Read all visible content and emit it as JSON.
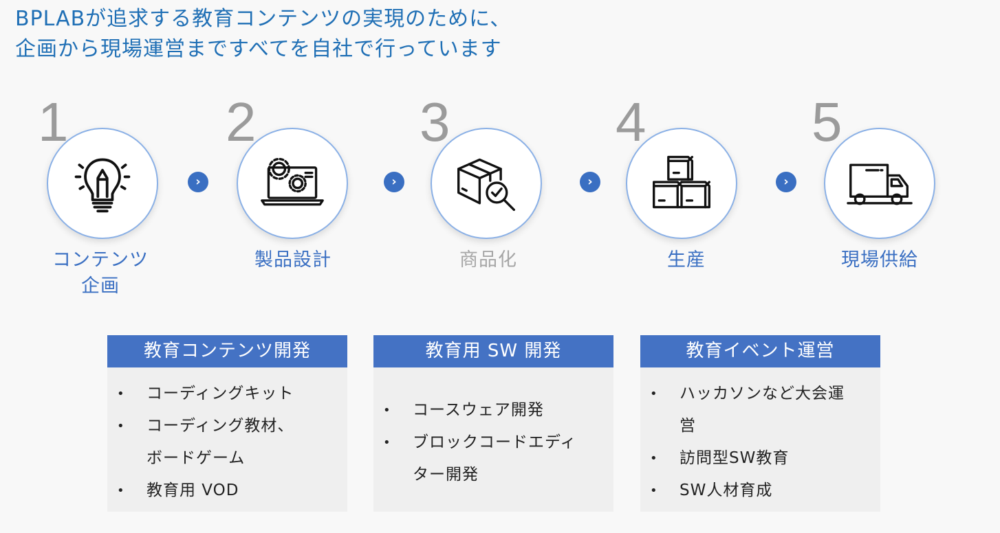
{
  "header": {
    "line1": "BPLABが追求する教育コンテンツの実現のために、",
    "line2": "企画から現場運営まですべてを自社で行っています"
  },
  "arrow_glyph": "›",
  "steps": [
    {
      "number": "1",
      "icon": "lightbulb-pencil-icon",
      "label_line1": "コンテンツ",
      "label_line2": "企画",
      "label_color": "#3a6fc2"
    },
    {
      "number": "2",
      "icon": "laptop-gears-icon",
      "label_line1": "製品設計",
      "label_line2": "",
      "label_color": "#3a6fc2"
    },
    {
      "number": "3",
      "icon": "box-magnifier-check-icon",
      "label_line1": "商品化",
      "label_line2": "",
      "label_color": "#a6a6a6"
    },
    {
      "number": "4",
      "icon": "stacked-boxes-icon",
      "label_line1": "生産",
      "label_line2": "",
      "label_color": "#3a6fc2"
    },
    {
      "number": "5",
      "icon": "delivery-truck-icon",
      "label_line1": "現場供給",
      "label_line2": "",
      "label_color": "#3a6fc2"
    }
  ],
  "boxes": [
    {
      "title": "教育コンテンツ開発",
      "items": [
        "コーディングキット",
        "コーディング教材、",
        "ボードゲーム",
        "教育用 VOD"
      ],
      "bullets": [
        true,
        true,
        false,
        true
      ]
    },
    {
      "title": "教育用 SW 開発",
      "items": [
        "コースウェア開発",
        "ブロックコードエディ",
        "ター開発"
      ],
      "bullets": [
        true,
        true,
        false
      ]
    },
    {
      "title": "教育イベント運営",
      "items": [
        "ハッカソンなど大会運",
        "営",
        "訪問型SW教育",
        "SW人材育成"
      ],
      "bullets": [
        true,
        false,
        true,
        true
      ]
    }
  ],
  "colors": {
    "accent": "#3a6fc2",
    "header_text": "#1f6fb5",
    "box_header": "#4472c4",
    "circle_border": "#8ab0e6",
    "step_number": "#9b9b9b"
  }
}
